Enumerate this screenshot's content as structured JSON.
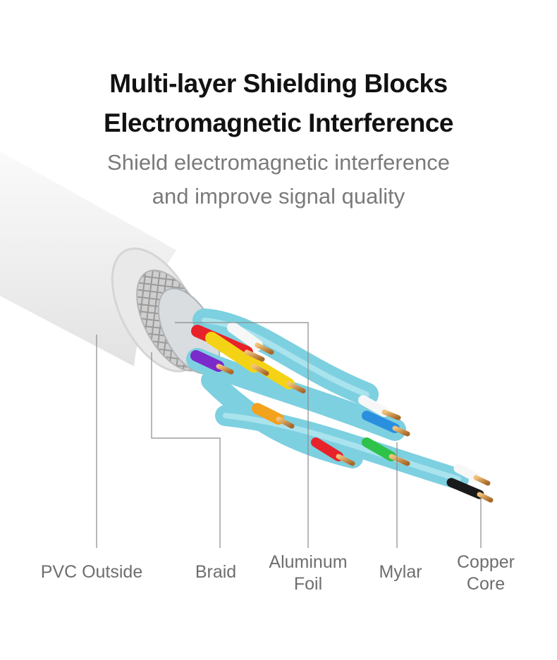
{
  "heading": {
    "line1": "Multi-layer Shielding Blocks",
    "line2": "Electromagnetic Interference"
  },
  "subheading": {
    "line1": "Shield electromagnetic interference",
    "line2": "and improve signal quality"
  },
  "labels": {
    "pvc": "PVC Outside",
    "braid": "Braid",
    "aluminum_line1": "Aluminum",
    "aluminum_line2": "Foil",
    "mylar": "Mylar",
    "copper_line1": "Copper",
    "copper_line2": "Core"
  },
  "colors": {
    "jacket": "#f2f2f2",
    "mylar": "#7dd0e0",
    "copper": "#c8893a",
    "wire_red": "#e8222a",
    "wire_yellow": "#f4d316",
    "wire_purple": "#7a2bc9",
    "wire_white": "#f7f7f7",
    "wire_orange": "#f3a21e",
    "wire_blue": "#2b8fe0",
    "wire_green": "#2ec24a",
    "wire_black": "#1a1a1a",
    "leader_line": "#8a8a8a"
  }
}
